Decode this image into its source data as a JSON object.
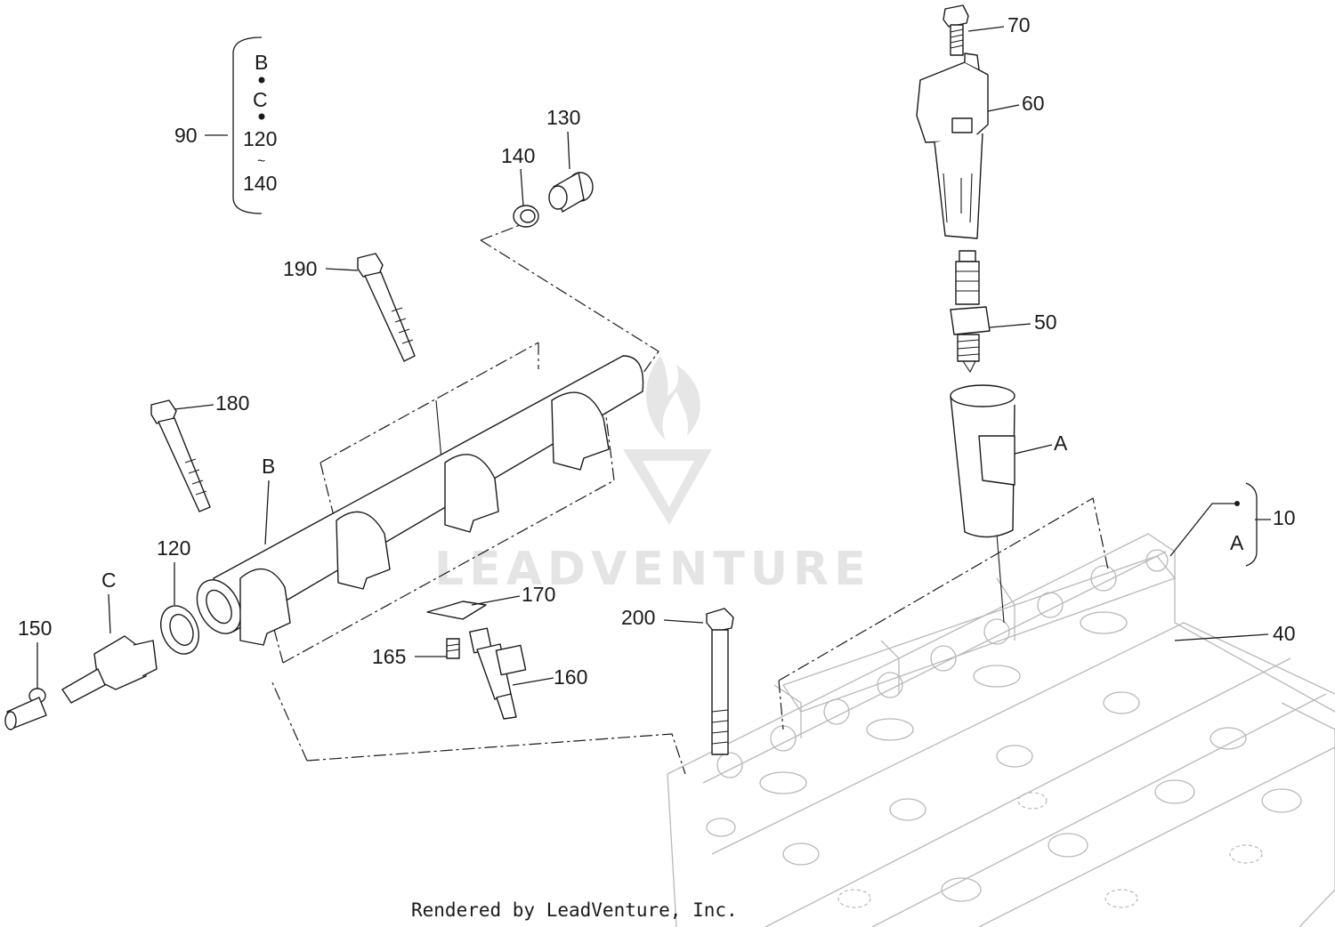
{
  "labels": {
    "l70": "70",
    "l60": "60",
    "l50": "50",
    "lA": "A",
    "l10": "10",
    "lA2": "A",
    "l40": "40",
    "l130": "130",
    "l140": "140",
    "l190": "190",
    "l180": "180",
    "lB": "B",
    "l120": "120",
    "lC": "C",
    "l150": "150",
    "l170": "170",
    "l165": "165",
    "l160": "160",
    "l200": "200",
    "l90": "90"
  },
  "group_90": {
    "b": "B",
    "c": "C",
    "from": "120",
    "tilde": "~",
    "to": "140"
  },
  "watermark": "LEADVENTURE",
  "credit": "Rendered by LeadVenture, Inc."
}
